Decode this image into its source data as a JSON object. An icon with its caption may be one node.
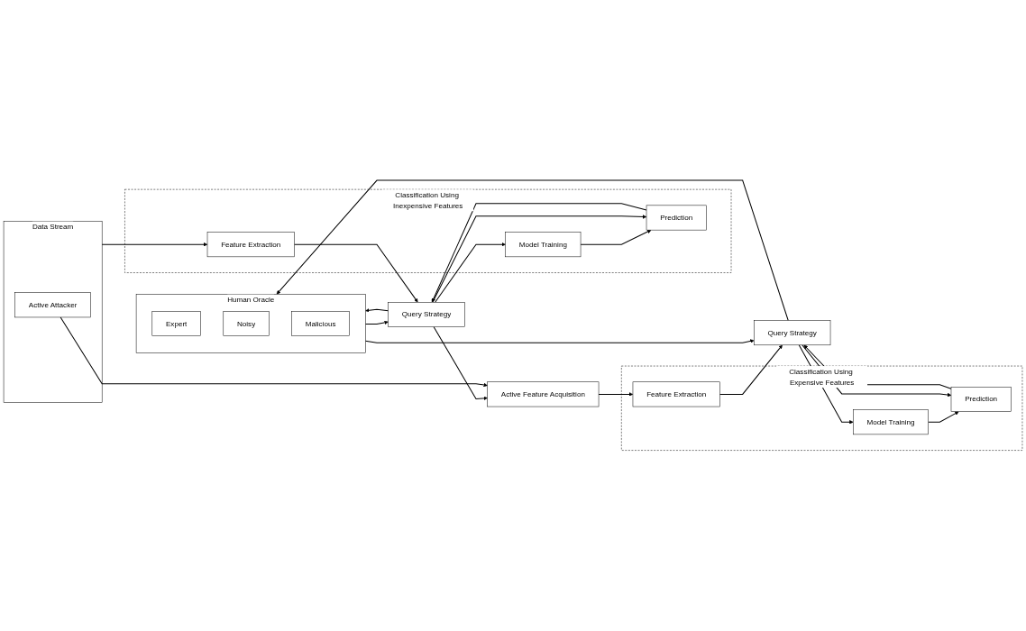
{
  "diagram": {
    "nodes": [
      {
        "text": [
          "Data Stream"
        ]
      },
      {
        "text": [
          "Active Attacker"
        ],
        "in": 0
      },
      {
        "text": [
          "Classification Using Inexpensive Features"
        ]
      },
      {
        "text": [
          "Feature Extraction"
        ],
        "in": 2
      },
      {
        "text": [
          "Model Training"
        ],
        "in": 2
      },
      {
        "text": [
          "Prediction"
        ],
        "in": 2
      },
      {
        "text": [
          "Query Strategy"
        ]
      },
      {
        "text": [
          "Human Oracle"
        ]
      },
      {
        "text": [
          "Expert"
        ],
        "in": 7
      },
      {
        "text": [
          "Noisy"
        ],
        "in": 7
      },
      {
        "text": [
          "Malicious"
        ],
        "in": 7
      },
      {
        "text": [
          "Active Feature Acquisition"
        ]
      },
      {
        "text": [
          "Classification Using Expensive Features"
        ]
      },
      {
        "text": [
          "Feature Extraction"
        ],
        "in": 12
      },
      {
        "text": [
          "Model Training"
        ],
        "in": 12
      },
      {
        "text": [
          "Prediction"
        ],
        "in": 12
      },
      {
        "text": [
          "Query Strategy"
        ]
      }
    ],
    "edges": [
      {
        "from": 0,
        "to": 3,
        "arrow": "to"
      },
      {
        "from": 4,
        "to": 5,
        "arrow": "to"
      },
      {
        "from": 3,
        "to": 6,
        "arrow": "to"
      },
      {
        "from": 6,
        "to": 4,
        "arrow": "to"
      },
      {
        "from": 6,
        "to": 5,
        "arrow": "to"
      },
      {
        "from": 5,
        "to": 6,
        "arrow": "to"
      },
      {
        "from": 6,
        "to": 7,
        "arrow": "to"
      },
      {
        "from": 7,
        "to": 6,
        "arrow": "to"
      },
      {
        "from": 6,
        "to": 11,
        "arrow": "to"
      },
      {
        "from": 1,
        "to": 11,
        "arrow": "to"
      },
      {
        "from": 11,
        "to": 13,
        "arrow": "to"
      },
      {
        "from": 14,
        "to": 15,
        "arrow": "to"
      },
      {
        "from": 13,
        "to": 16,
        "arrow": "to"
      },
      {
        "from": 16,
        "to": 14,
        "arrow": "to"
      },
      {
        "from": 16,
        "to": 15,
        "arrow": "to"
      },
      {
        "from": 15,
        "to": 16,
        "arrow": "to"
      },
      {
        "from": 16,
        "to": 7,
        "arrow": "to"
      },
      {
        "from": 7,
        "to": 16,
        "arrow": "to"
      }
    ]
  }
}
